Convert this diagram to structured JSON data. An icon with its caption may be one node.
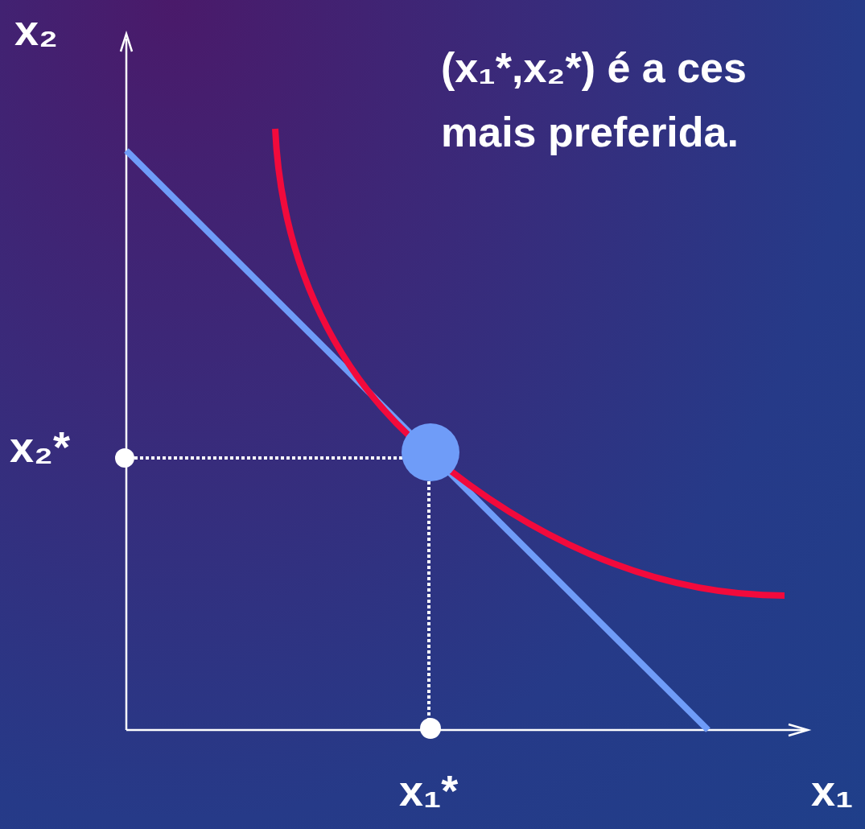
{
  "diagram": {
    "labels": [
      "x₂",
      "(x₁*,x₂*) é a ces",
      "mais preferida.",
      "x₂*",
      "x₁*",
      "x₁"
    ]
  }
}
